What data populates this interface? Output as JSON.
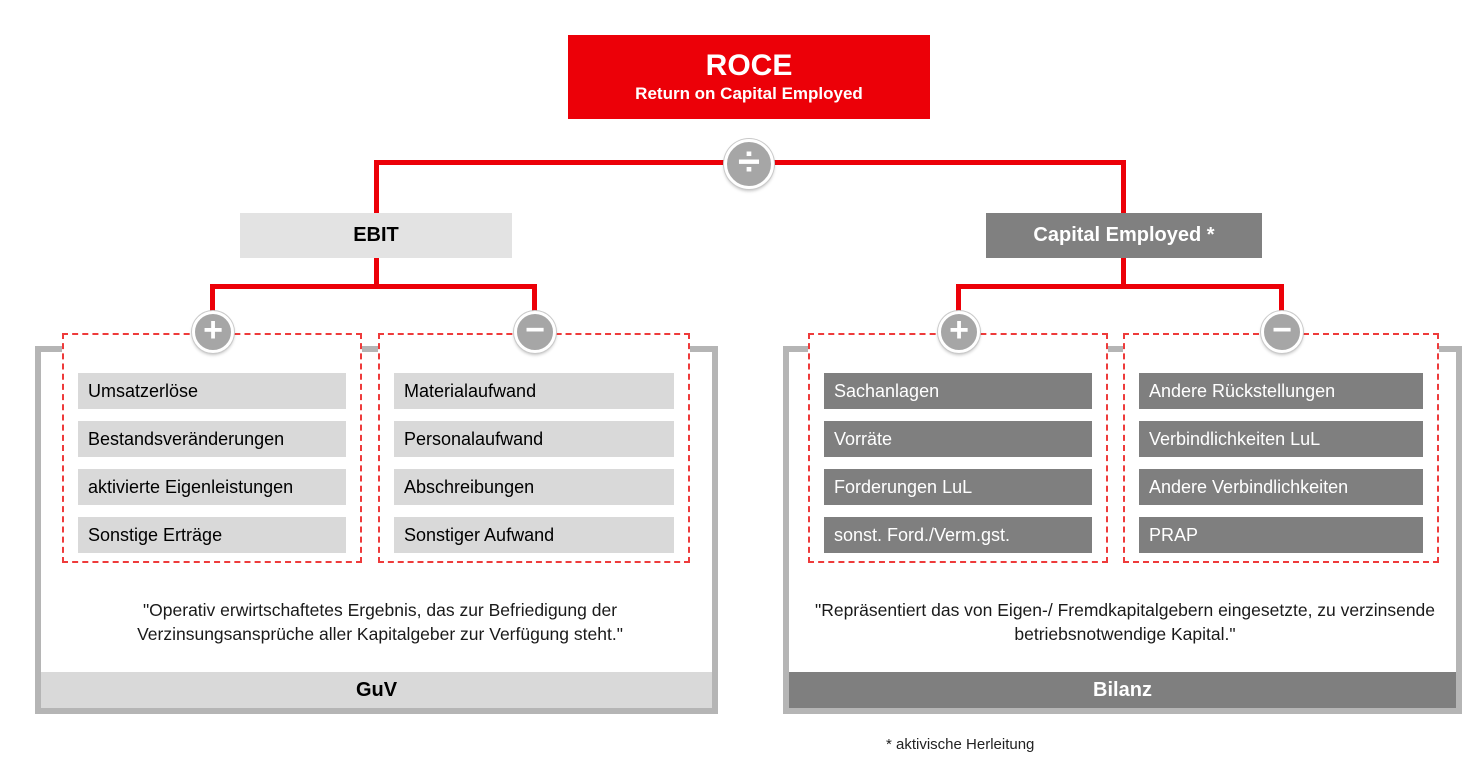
{
  "root": {
    "title": "ROCE",
    "subtitle": "Return on Capital Employed"
  },
  "operators": {
    "divide": "÷",
    "plus": "+",
    "minus": "−"
  },
  "left": {
    "header": "EBIT",
    "plus_items": [
      "Umsatzerlöse",
      "Bestandsveränderungen",
      "aktivierte Eigenleistungen",
      "Sonstige Erträge"
    ],
    "minus_items": [
      "Materialaufwand",
      "Personalaufwand",
      "Abschreibungen",
      "Sonstiger Aufwand"
    ],
    "quote": "\"Operativ erwirtschaftetes Ergebnis, das zur Befriedigung der Verzinsungsansprüche aller Kapitalgeber zur Verfügung steht.\"",
    "footer": "GuV"
  },
  "right": {
    "header": "Capital Employed *",
    "plus_items": [
      "Sachanlagen",
      "Vorräte",
      "Forderungen LuL",
      "sonst. Ford./Verm.gst."
    ],
    "minus_items": [
      "Andere Rückstellungen",
      "Verbindlichkeiten LuL",
      "Andere Verbindlichkeiten",
      "PRAP"
    ],
    "quote": "\"Repräsentiert das von Eigen-/ Fremdkapitalgebern eingesetzte, zu verzinsende betriebsnotwendige Kapital.\"",
    "footer": "Bilanz"
  },
  "footnote": "* aktivische Herleitung",
  "colors": {
    "red": "#ec0008",
    "light_gray": "#d9d9d9",
    "dark_gray": "#7f7f7f",
    "circle_gray": "#a6a6a6",
    "frame_gray": "#b5b5b5"
  }
}
